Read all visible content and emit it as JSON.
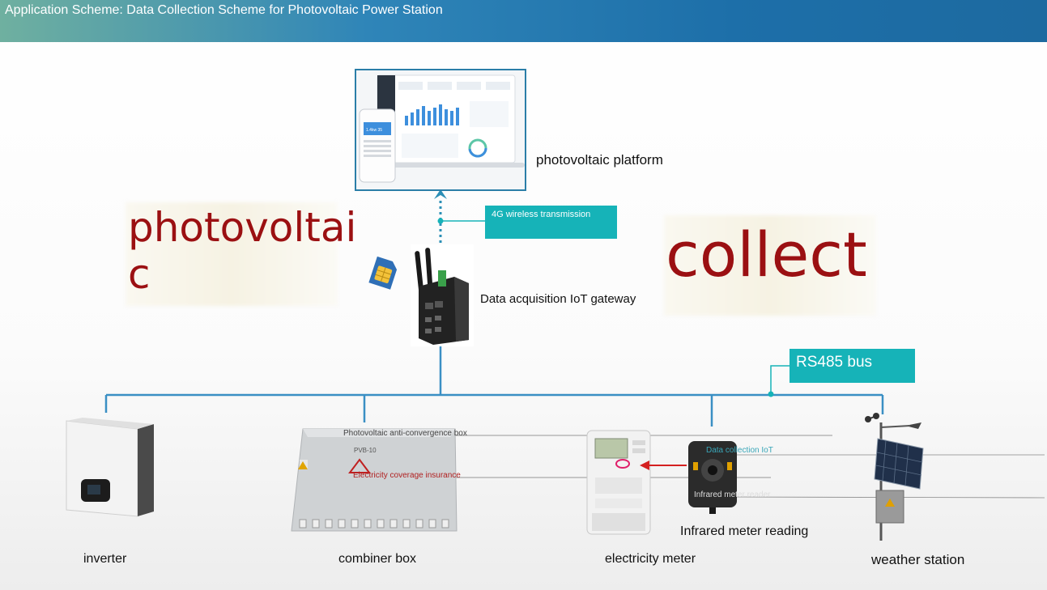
{
  "header": {
    "title": "Application Scheme: Data Collection Scheme for Photovoltaic Power Station"
  },
  "platform": {
    "label": "photovoltaic platform"
  },
  "transmission": {
    "label": "4G wireless transmission"
  },
  "gateway": {
    "label": "Data acquisition IoT gateway"
  },
  "headline_left": {
    "line1": "photovoltai",
    "line2": "c"
  },
  "headline_right": {
    "text": "collect"
  },
  "bus": {
    "label": "RS485 bus"
  },
  "devices": {
    "inverter": "inverter",
    "combiner_box": "combiner box",
    "electricity_meter": "electricity meter",
    "weather_station": "weather station"
  },
  "combiner_overlay": {
    "line1": "Photovoltaic anti-convergence box",
    "line2": "Electricity coverage insurance",
    "model": "PVB-10"
  },
  "meter_device": {
    "overlay1": "Data collection IoT",
    "overlay2": "Infrared meter reader",
    "label": "Infrared meter reading"
  },
  "mini_dashboard": {
    "phone_value": "1.4kw 35"
  },
  "colors": {
    "accent_teal": "#16b3b8",
    "bus_line": "#3a8fc4",
    "headline_red": "#9b1012",
    "arrow_red": "#d42020"
  }
}
